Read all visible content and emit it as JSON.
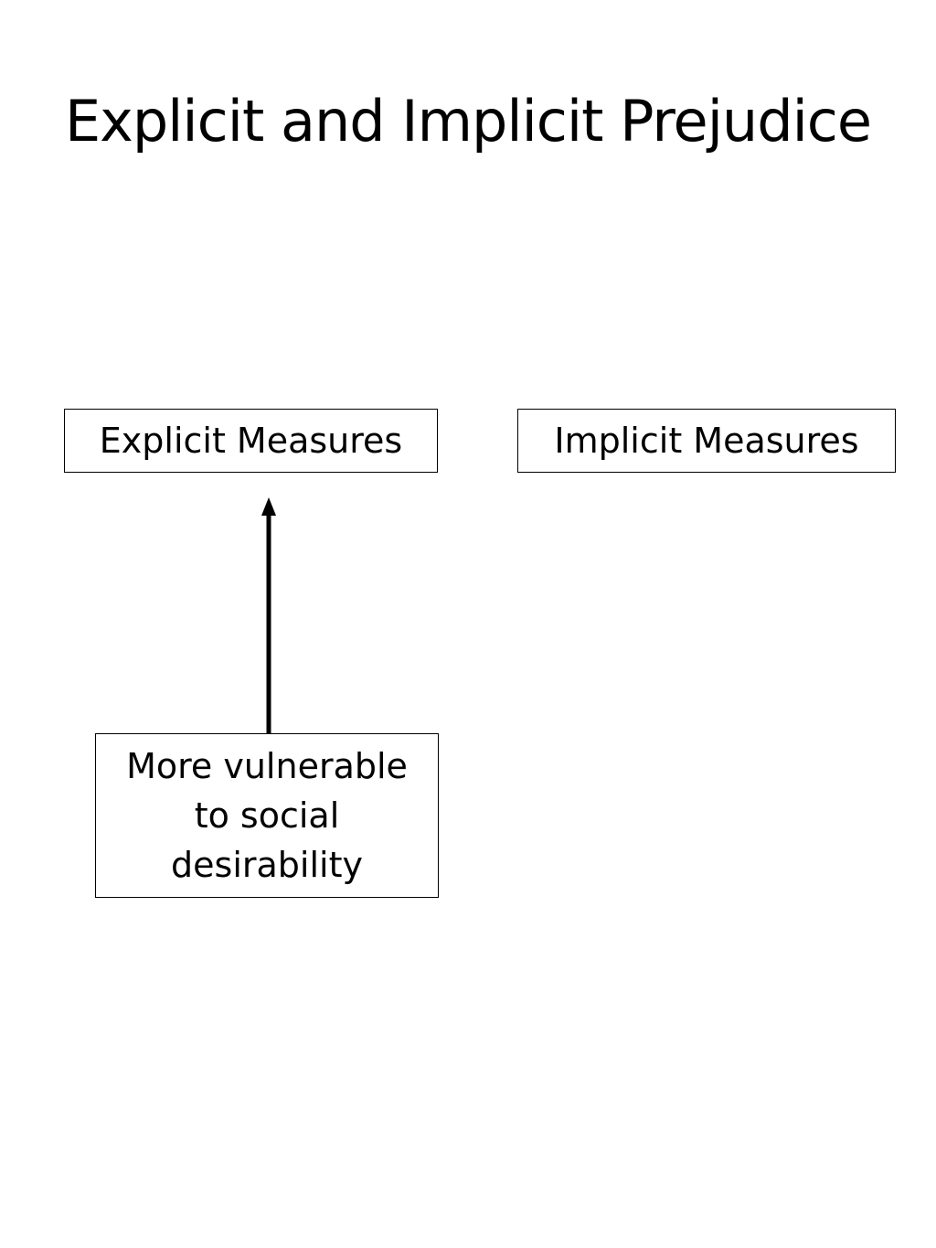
{
  "slide": {
    "title": "Explicit and Implicit Prejudice"
  },
  "diagram": {
    "explicit_box": {
      "label": "Explicit Measures"
    },
    "implicit_box": {
      "label": "Implicit Measures"
    },
    "social_box": {
      "label": "More vulnerable to social desirability"
    },
    "arrow": {
      "from": "social_box",
      "to": "explicit_box",
      "color": "#000000"
    }
  }
}
